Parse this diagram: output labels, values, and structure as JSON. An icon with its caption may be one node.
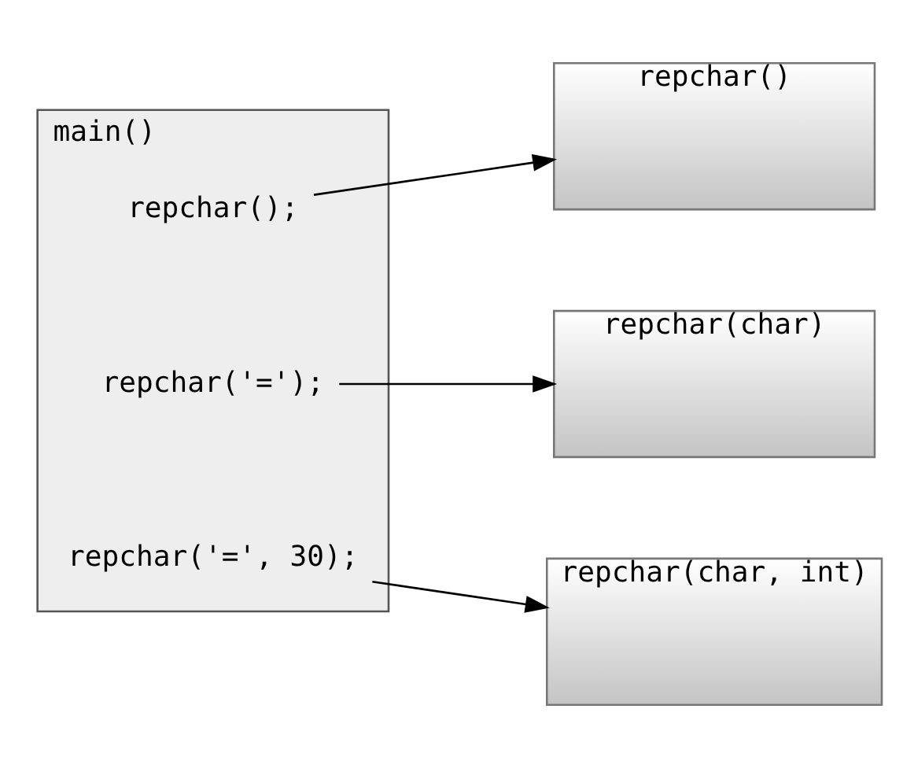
{
  "diagram": {
    "nodes": [
      {
        "text": [
          "main()"
        ]
      },
      {
        "text": [
          "repchar();"
        ],
        "in": 0
      },
      {
        "text": [
          "repchar('=');"
        ],
        "in": 0
      },
      {
        "text": [
          "repchar('=', 30);"
        ],
        "in": 0
      },
      {
        "text": [
          "repchar()"
        ]
      },
      {
        "text": [
          "repchar(char)"
        ]
      },
      {
        "text": [
          "repchar(char, int)"
        ]
      }
    ],
    "edges": [
      {
        "from": 1,
        "to": 4,
        "arrow": "to"
      },
      {
        "from": 2,
        "to": 5,
        "arrow": "to"
      },
      {
        "from": 3,
        "to": 6,
        "arrow": "to"
      }
    ]
  }
}
